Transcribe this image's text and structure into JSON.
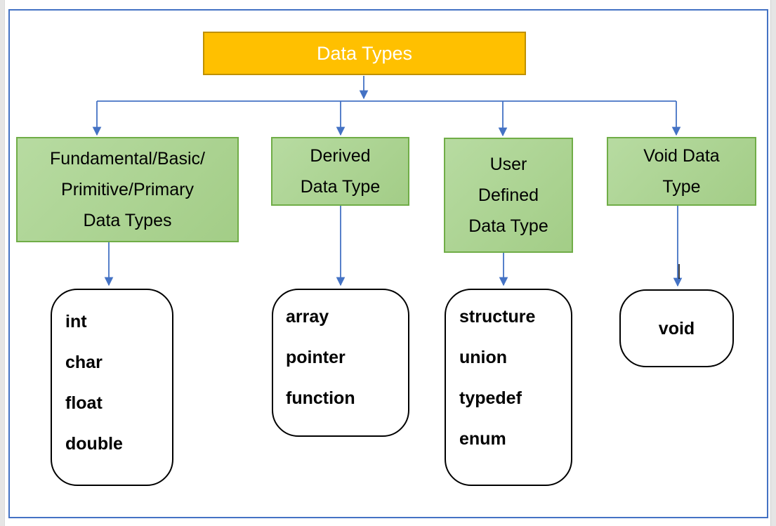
{
  "colors": {
    "root_fill": "#FFC000",
    "root_border": "#BF9000",
    "root_text": "#FFFFFF",
    "branch_fill": "#A9D18E",
    "branch_border": "#70AD47",
    "leaf_border": "#000000",
    "connector": "#4472C4",
    "page_border": "#4472C4",
    "caret": "#000000"
  },
  "diagram": {
    "root": {
      "label": "Data Types"
    },
    "branches": [
      {
        "lines": [
          "Fundamental/Basic/",
          "Primitive/Primary",
          "Data Types"
        ],
        "items": [
          "int",
          "char",
          "float",
          "double"
        ]
      },
      {
        "lines": [
          "Derived",
          "Data Type"
        ],
        "items": [
          "array",
          "pointer",
          "function"
        ]
      },
      {
        "lines": [
          "User",
          "Defined",
          "Data Type"
        ],
        "items": [
          "structure",
          "union",
          "typedef",
          "enum"
        ]
      },
      {
        "lines": [
          "Void Data",
          "Type"
        ],
        "items": [
          "void"
        ]
      }
    ]
  }
}
